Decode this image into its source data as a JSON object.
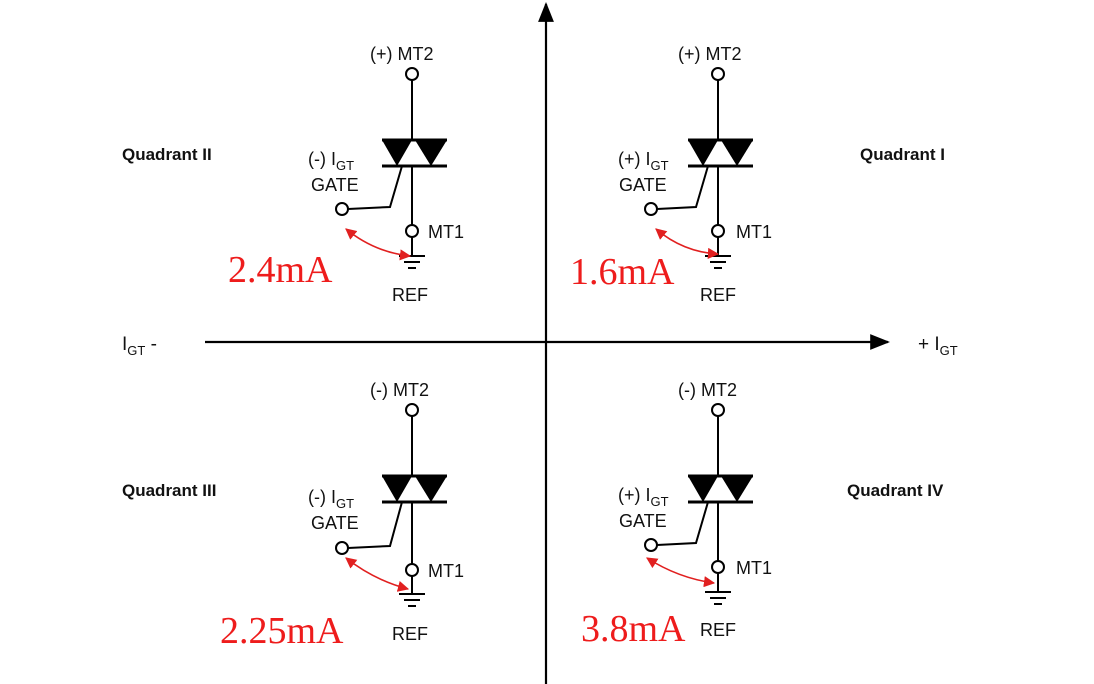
{
  "axes": {
    "left_label": "I",
    "left_label_sub": "GT",
    "left_label_suffix": " -",
    "right_label_prefix": "+ I",
    "right_label_sub": "GT"
  },
  "quadrants": [
    {
      "id": "q1",
      "name": "Quadrant I",
      "mt2_label": "(+) MT2",
      "gate_polarity": "(+) I",
      "gate_polarity_sub": "GT",
      "gate_label": "GATE",
      "mt1_label": "MT1",
      "ref_label": "REF",
      "current": "1.6mA"
    },
    {
      "id": "q2",
      "name": "Quadrant II",
      "mt2_label": "(+) MT2",
      "gate_polarity": "(-) I",
      "gate_polarity_sub": "GT",
      "gate_label": "GATE",
      "mt1_label": "MT1",
      "ref_label": "REF",
      "current": "2.4mA"
    },
    {
      "id": "q3",
      "name": "Quadrant III",
      "mt2_label": "(-) MT2",
      "gate_polarity": "(-) I",
      "gate_polarity_sub": "GT",
      "gate_label": "GATE",
      "mt1_label": "MT1",
      "ref_label": "REF",
      "current": "2.25mA"
    },
    {
      "id": "q4",
      "name": "Quadrant IV",
      "mt2_label": "(-) MT2",
      "gate_polarity": "(+) I",
      "gate_polarity_sub": "GT",
      "gate_label": "GATE",
      "mt1_label": "MT1",
      "ref_label": "REF",
      "current": "3.8mA"
    }
  ],
  "colors": {
    "annotation": "#ee1c1c",
    "line": "#000000",
    "background": "#ffffff"
  }
}
